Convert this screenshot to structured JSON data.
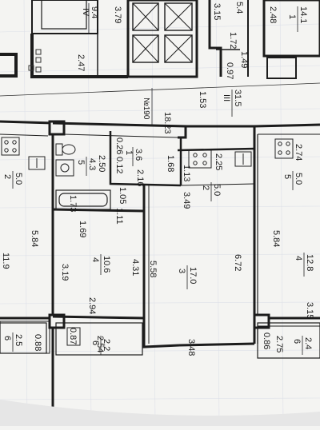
{
  "plan": {
    "upper": {
      "room_iv_number": "IV",
      "room_iv_area": "9.4",
      "dim_379": "3.79",
      "dim_247": "2.47",
      "dim_315": "3.15",
      "area_54": "5.4",
      "dim_248": "2.48",
      "room_1_number": "1",
      "room_1_area": "14.1",
      "dim_172": "1.72",
      "dim_097": "0.97",
      "dim_149": "1.49",
      "stair_iii_number": "III",
      "stair_iii_area": "31.5",
      "dim_153": "1.53",
      "dim_1823": "18.23",
      "plan_number": "№190"
    },
    "left_unit": {
      "room_2_number": "2",
      "room_2_area": "5.0",
      "dim_584": "5.84",
      "room_3_area": "11.9",
      "room_6_number": "6",
      "room_6_area": "2.5",
      "dim_088": "0.88"
    },
    "center_unit": {
      "room_5_number": "5",
      "room_5_area": "4.3",
      "dim_250": "2.50",
      "dim_026": "0.26",
      "room_1_number": "1",
      "room_1_area": "3.6",
      "dim_012": "0.12",
      "dim_216": "2.16",
      "dim_168": "1.68",
      "dim_113": "1.13",
      "dim_225": "2.25",
      "dim_173": "1.73",
      "dim_105": "1.05",
      "dim_111": "1.11",
      "dim_169": "1.69",
      "room_4_number": "4",
      "room_4_area": "10.6",
      "dim_319": "3.19",
      "dim_431": "4.31",
      "dim_558": "5.58",
      "dim_294": "2.94",
      "room_3_number": "3",
      "room_3_area": "17.0",
      "dim_672": "6.72",
      "room_2_number": "2",
      "room_2_area": "5.0",
      "dim_349": "3.49",
      "room_6_number": "6",
      "room_6_area": "2.2",
      "dim_087": "0.87",
      "dim_254": "2.54",
      "dim_348": "3.48"
    },
    "right_unit": {
      "dim_274": "2.74",
      "room_5_number": "5",
      "room_5_area": "5.0",
      "dim_584": "5.84",
      "room_4_number": "4",
      "room_4_area": "12.8",
      "dim_315": "3.15",
      "dim_086": "0.86",
      "dim_275": "2.75",
      "room_6_number": "6",
      "room_6_area": "2.4"
    }
  },
  "colors": {
    "paper": "#f4f4f2",
    "wall": "#1c1c1c",
    "line": "#2a2a2a",
    "grid": "#d9dde6"
  }
}
